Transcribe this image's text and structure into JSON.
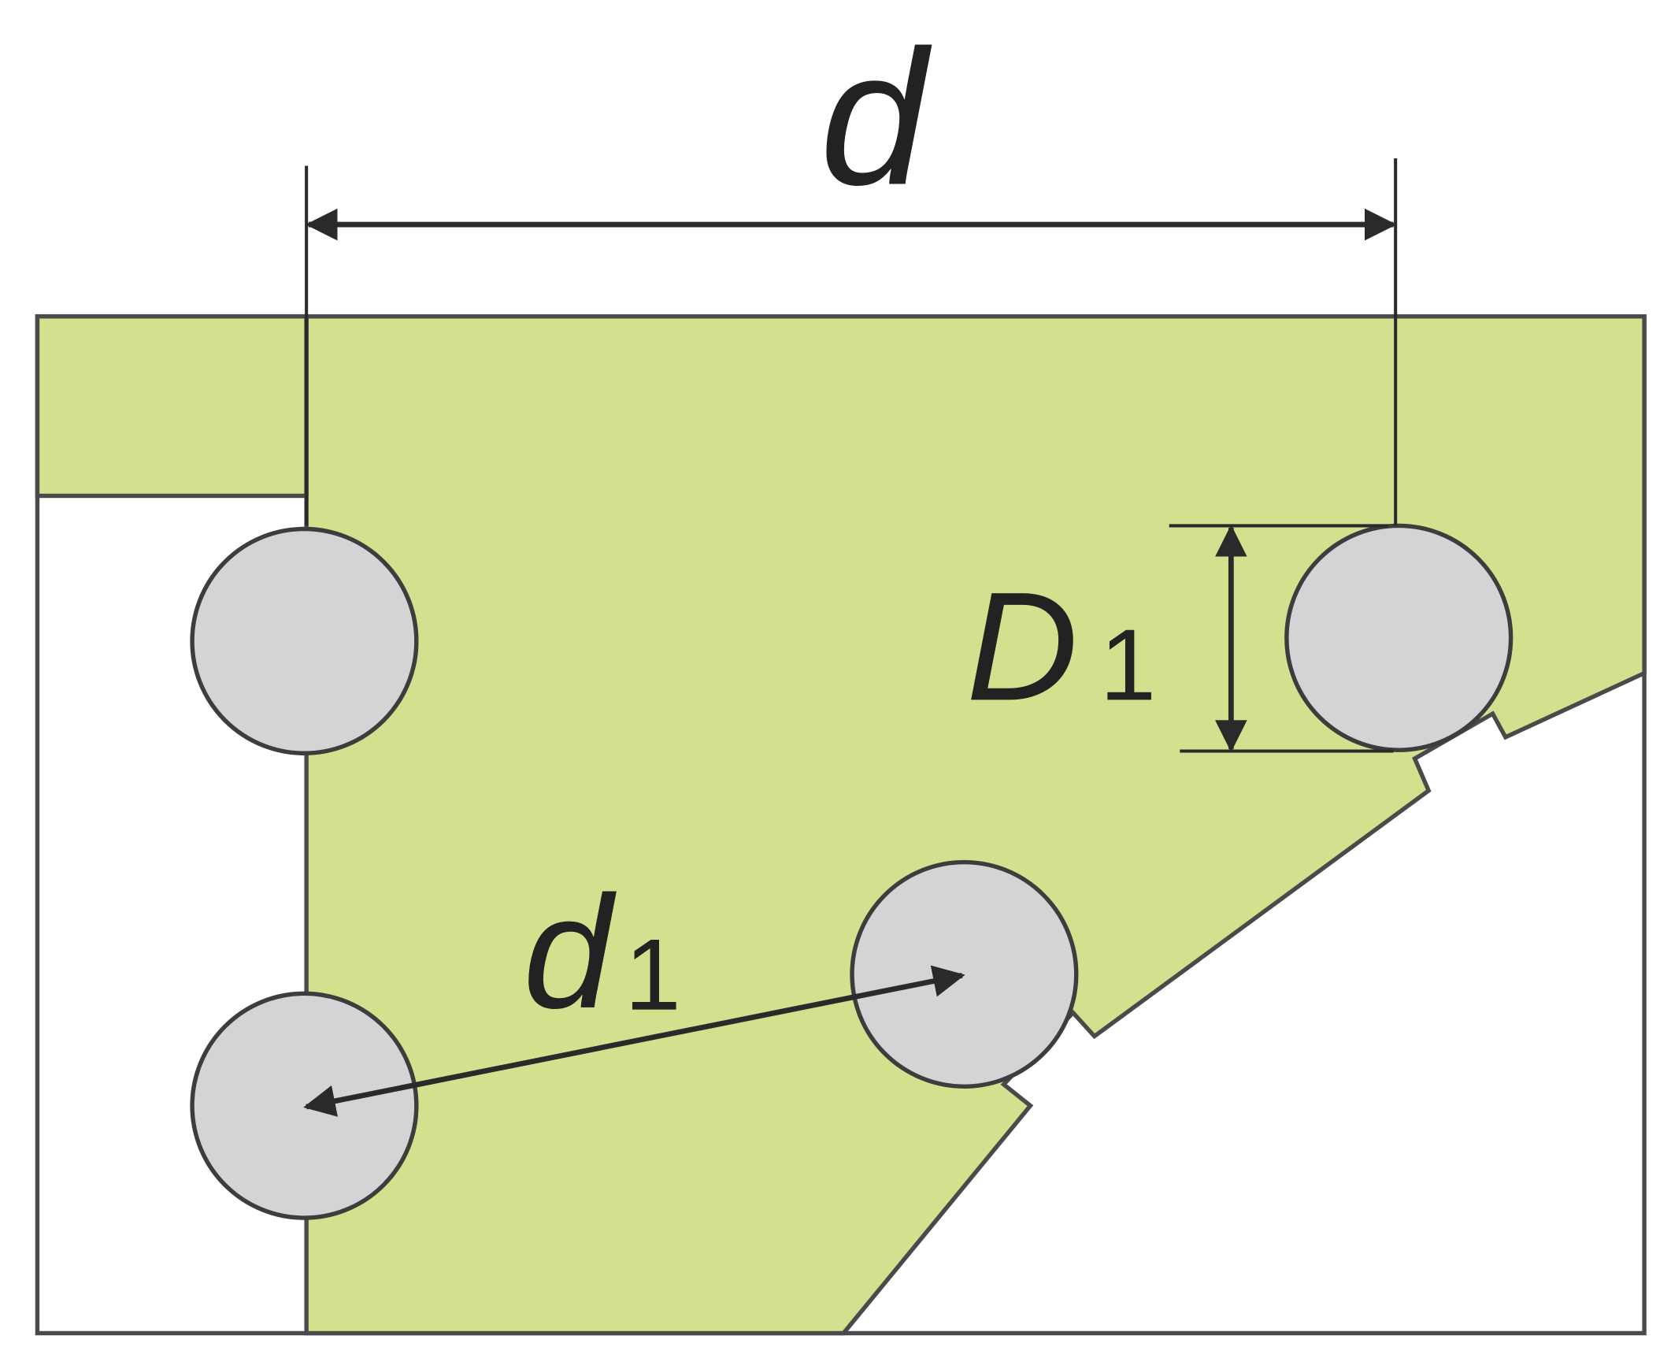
{
  "diagram": {
    "labels": {
      "d": "d",
      "D1_main": "D",
      "D1_sub": "1",
      "d1_main": "d",
      "d1_sub": "1"
    },
    "colors": {
      "fill": "#d3e18e",
      "outline": "#4a4a4a",
      "circle_fill": "#d3d4d6",
      "circle_stroke": "#3d3d3d",
      "dimension": "#2a2a2a"
    },
    "icons": [
      "arrow-left-icon",
      "arrow-right-icon",
      "arrow-up-icon",
      "arrow-down-icon"
    ]
  }
}
